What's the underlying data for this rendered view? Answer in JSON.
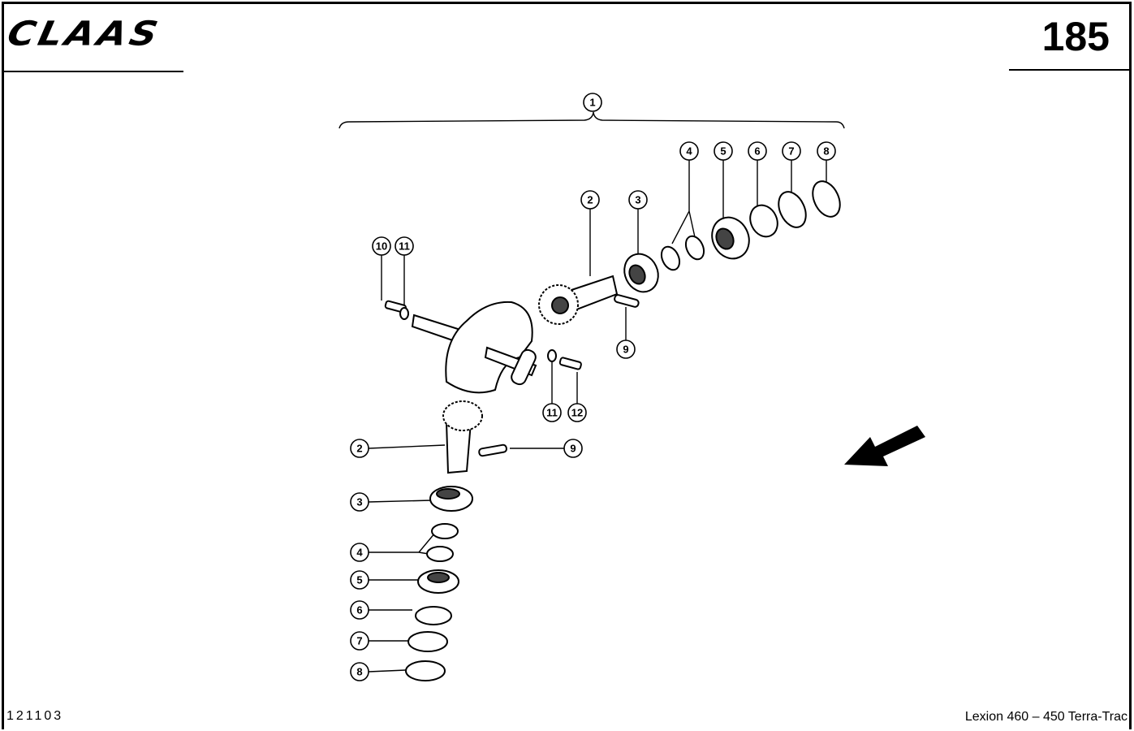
{
  "header": {
    "logo": "CLAAS",
    "page_number": "185"
  },
  "footer": {
    "code": "121103",
    "model": "Lexion 460 – 450 Terra-Trac"
  },
  "callouts": [
    "1",
    "2",
    "3",
    "4",
    "5",
    "6",
    "7",
    "8",
    "9",
    "10",
    "11",
    "12"
  ],
  "direction_arrow": "arrow-down-left-icon"
}
